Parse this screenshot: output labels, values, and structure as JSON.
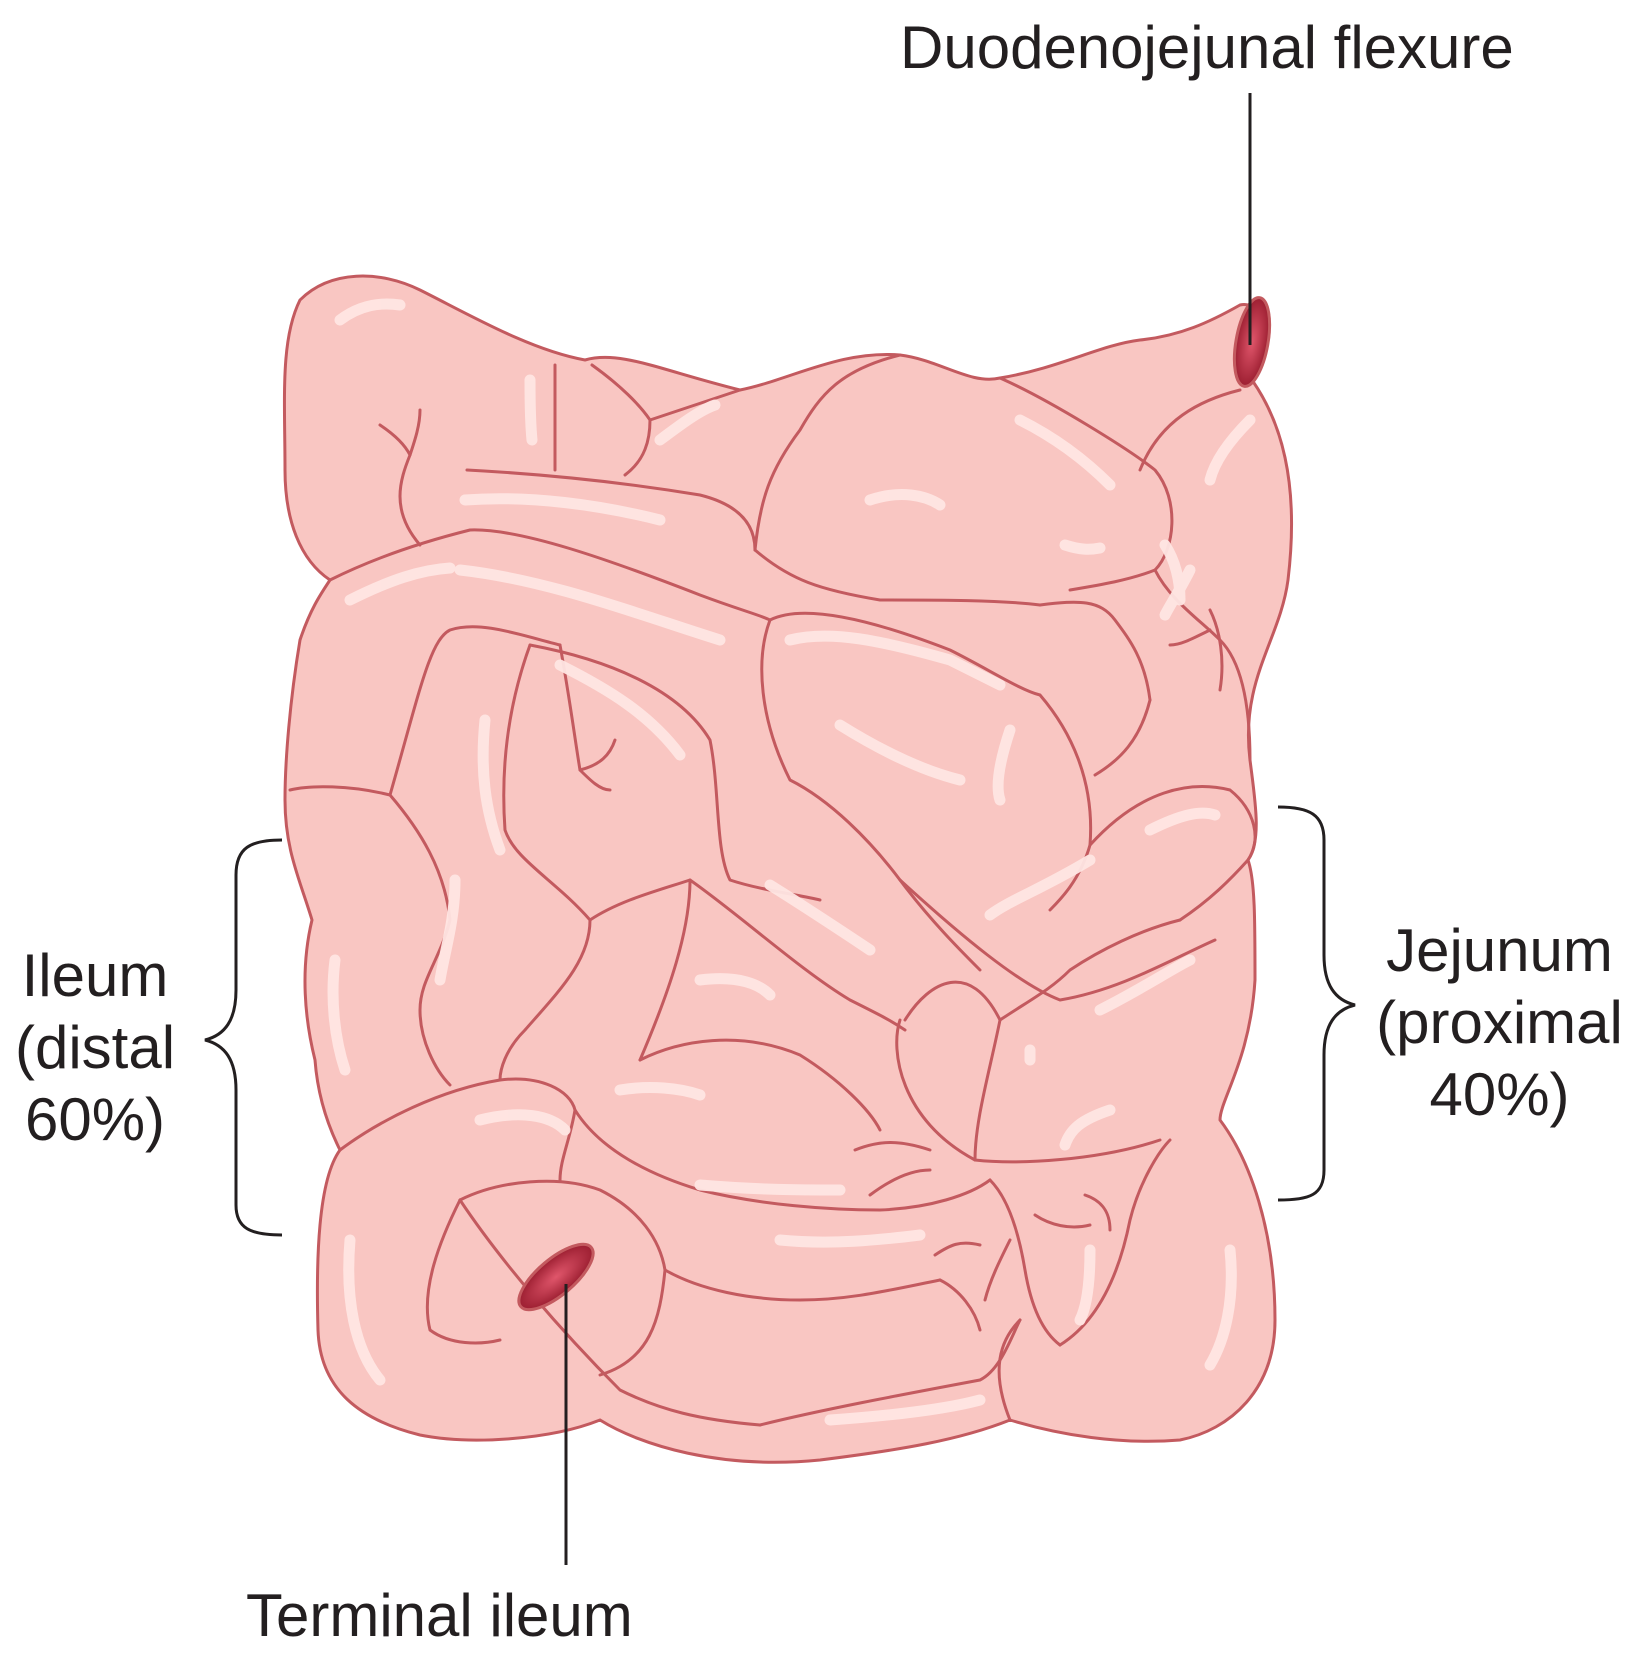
{
  "labels": {
    "duodenojejunal_flexure": "Duodenojejunal flexure",
    "ileum": [
      "Ileum",
      "(distal",
      "60%)"
    ],
    "jejunum": [
      "Jejunum",
      "(proximal",
      "40%)"
    ],
    "terminal_ileum": "Terminal ileum"
  },
  "colors": {
    "bowel_fill": "#f9c6c2",
    "bowel_outline": "#c35a5f",
    "highlight": "#ffe6e3",
    "lumen_dark": "#a11c2b",
    "lumen_light": "#d0485a",
    "text": "#231f20"
  }
}
